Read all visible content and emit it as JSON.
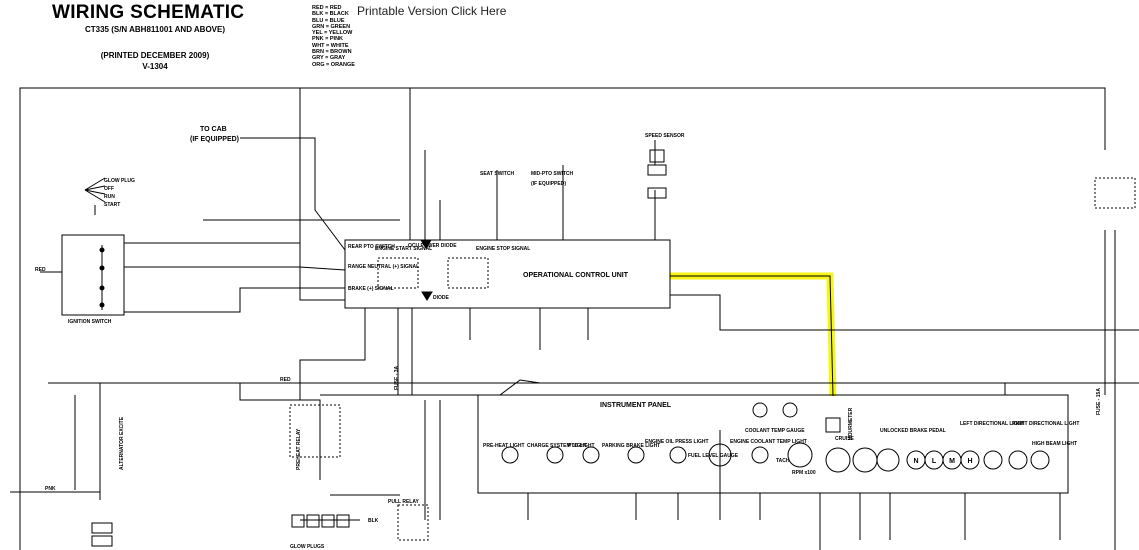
{
  "header": {
    "title": "WIRING SCHEMATIC",
    "model": "CT335 (S/N ABH811001 AND ABOVE)",
    "printed": "(PRINTED DECEMBER 2009)",
    "engine": "V-1304",
    "printable_link": "Printable Version Click Here"
  },
  "color_legend": [
    "RED = RED",
    "BLK = BLACK",
    "BLU = BLUE",
    "GRN = GREEN",
    "YEL = YELLOW",
    "PNK = PINK",
    "WHT = WHITE",
    "BRN = BROWN",
    "GRY = GRAY",
    "ORG = ORANGE"
  ],
  "labels": {
    "to_cab": "TO CAB",
    "if_equipped": "(IF EQUIPPED)",
    "ocu": "OPERATIONAL CONTROL UNIT",
    "instrument_panel": "INSTRUMENT PANEL",
    "ignition_switch": "IGNITION SWITCH",
    "seat_switch": "SEAT SWITCH",
    "mid_pto": "MID-PTO SWITCH",
    "mid_pto_eq": "(IF EQUIPPED)",
    "speed_sensor": "SPEED SENSOR",
    "ocu_power_diode": "OCU POWER DIODE",
    "engine_start": "ENGINE START SIGNAL",
    "engine_stop": "ENGINE STOP SIGNAL",
    "rear_pto": "REAR PTO SWITCH",
    "range_neutral": "RANGE NEUTRAL (+) SIGNAL",
    "brake_signal": "BRAKE (+) SIGNAL",
    "diode": "DIODE",
    "glow_plugs": "GLOW PLUGS",
    "pull_relay": "PULL RELAY",
    "preheat_relay": "PREHEAT RELAY",
    "alternator": "ALTERNATOR EXCITE",
    "hourmeter": "HOURMETER",
    "cruise": "CRUISE",
    "unlocked_brake": "UNLOCKED BRAKE PEDAL",
    "left_dir": "LEFT DIRECTIONAL LIGHT",
    "right_dir": "RIGHT DIRECTIONAL LIGHT",
    "high_beam": "HIGH BEAM LIGHT",
    "preheat_light": "PRE-HEAT LIGHT",
    "charge_light": "CHARGE SYSTEM LIGHT",
    "pto_light": "PTO LIGHT",
    "parking_brake": "PARKING BRAKE LIGHT",
    "oil_press": "ENGINE OIL PRESS LIGHT",
    "fuel_gauge": "FUEL LEVEL GAUGE",
    "coolant_light": "ENGINE COOLANT TEMP LIGHT",
    "coolant_gauge": "COOLANT TEMP GAUGE",
    "tach": "TACH",
    "rpm": "RPM x100",
    "glow_plug_sw": "GLOW PLUG",
    "off": "OFF",
    "run": "RUN",
    "start": "START",
    "fuse": "FUSE - 3A",
    "fuse_15": "FUSE - 15A",
    "red": "RED",
    "pnk": "PNK",
    "blk": "BLK"
  },
  "highlight_color": "#f4f400",
  "wire_color": "#000000"
}
